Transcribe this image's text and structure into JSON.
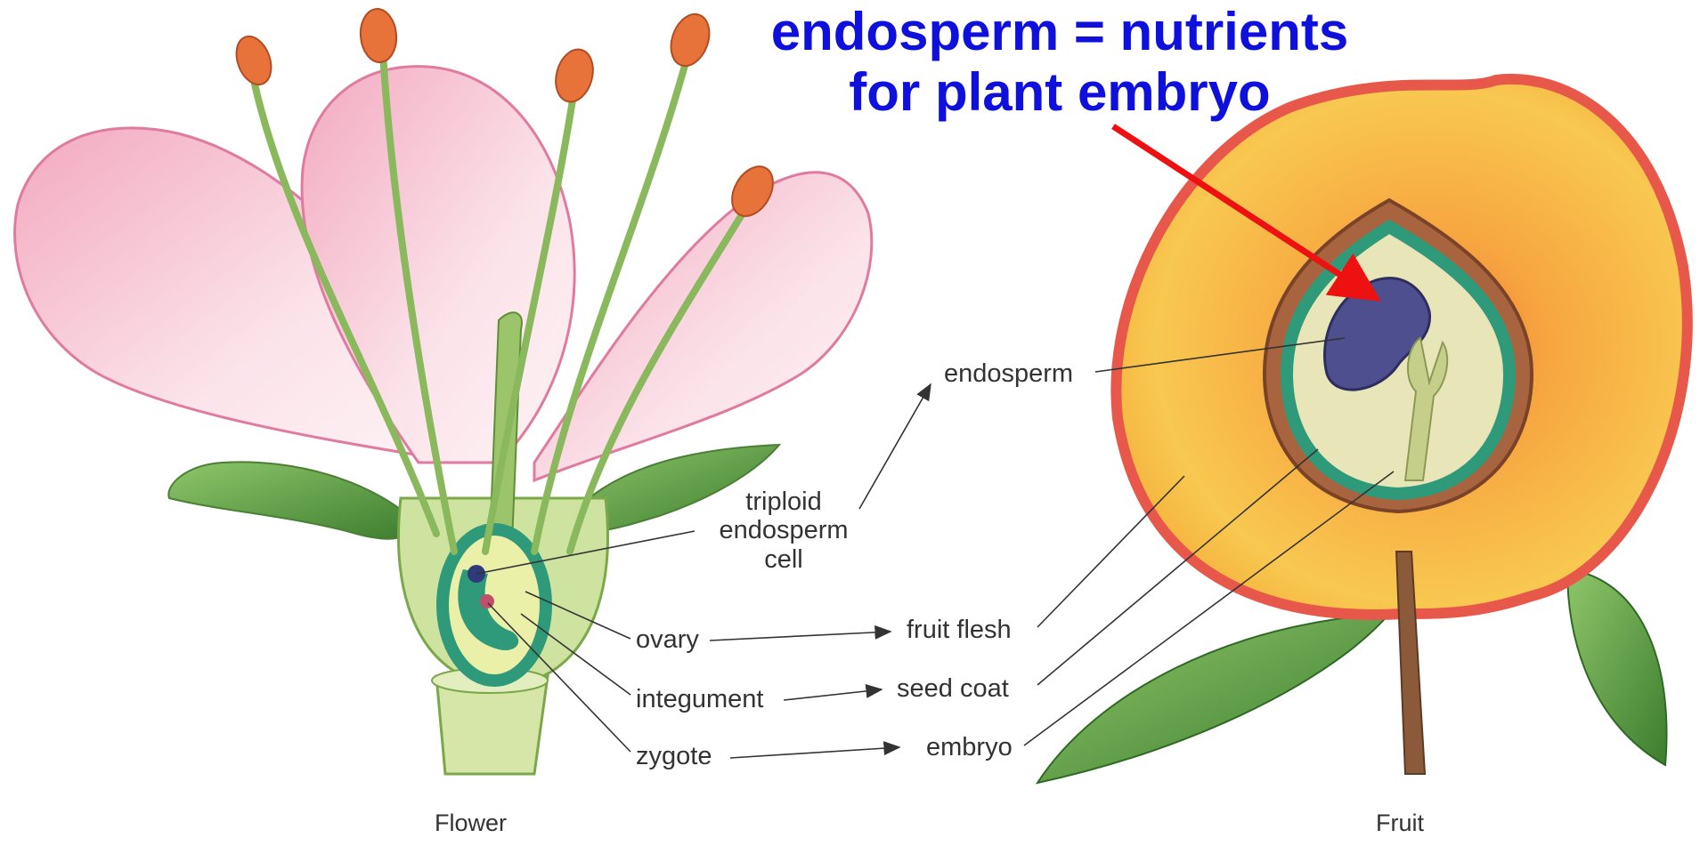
{
  "callout": {
    "line1": "endosperm = nutrients",
    "line2": "for plant embryo",
    "color": "#1010dd",
    "arrow_color": "#ee1111"
  },
  "flower": {
    "caption": "Flower",
    "labels": {
      "triploid_l1": "triploid",
      "triploid_l2": "endosperm",
      "triploid_l3": "cell",
      "ovary": "ovary",
      "integument": "integument",
      "zygote": "zygote"
    }
  },
  "fruit": {
    "caption": "Fruit",
    "labels": {
      "endosperm": "endosperm",
      "fruit_flesh": "fruit flesh",
      "seed_coat": "seed coat",
      "embryo": "embryo"
    }
  },
  "colors": {
    "petal": "#f4c3d2",
    "petal_edge": "#e07aa0",
    "stem_green": "#9cc46a",
    "leaf_green": "#5f9e46",
    "anther": "#e8733a",
    "peach_flesh": "#f5b23c",
    "peach_skin": "#e8584a",
    "seed_coat_brown": "#9a5a3a",
    "endosperm_purple": "#4e4f8f"
  }
}
